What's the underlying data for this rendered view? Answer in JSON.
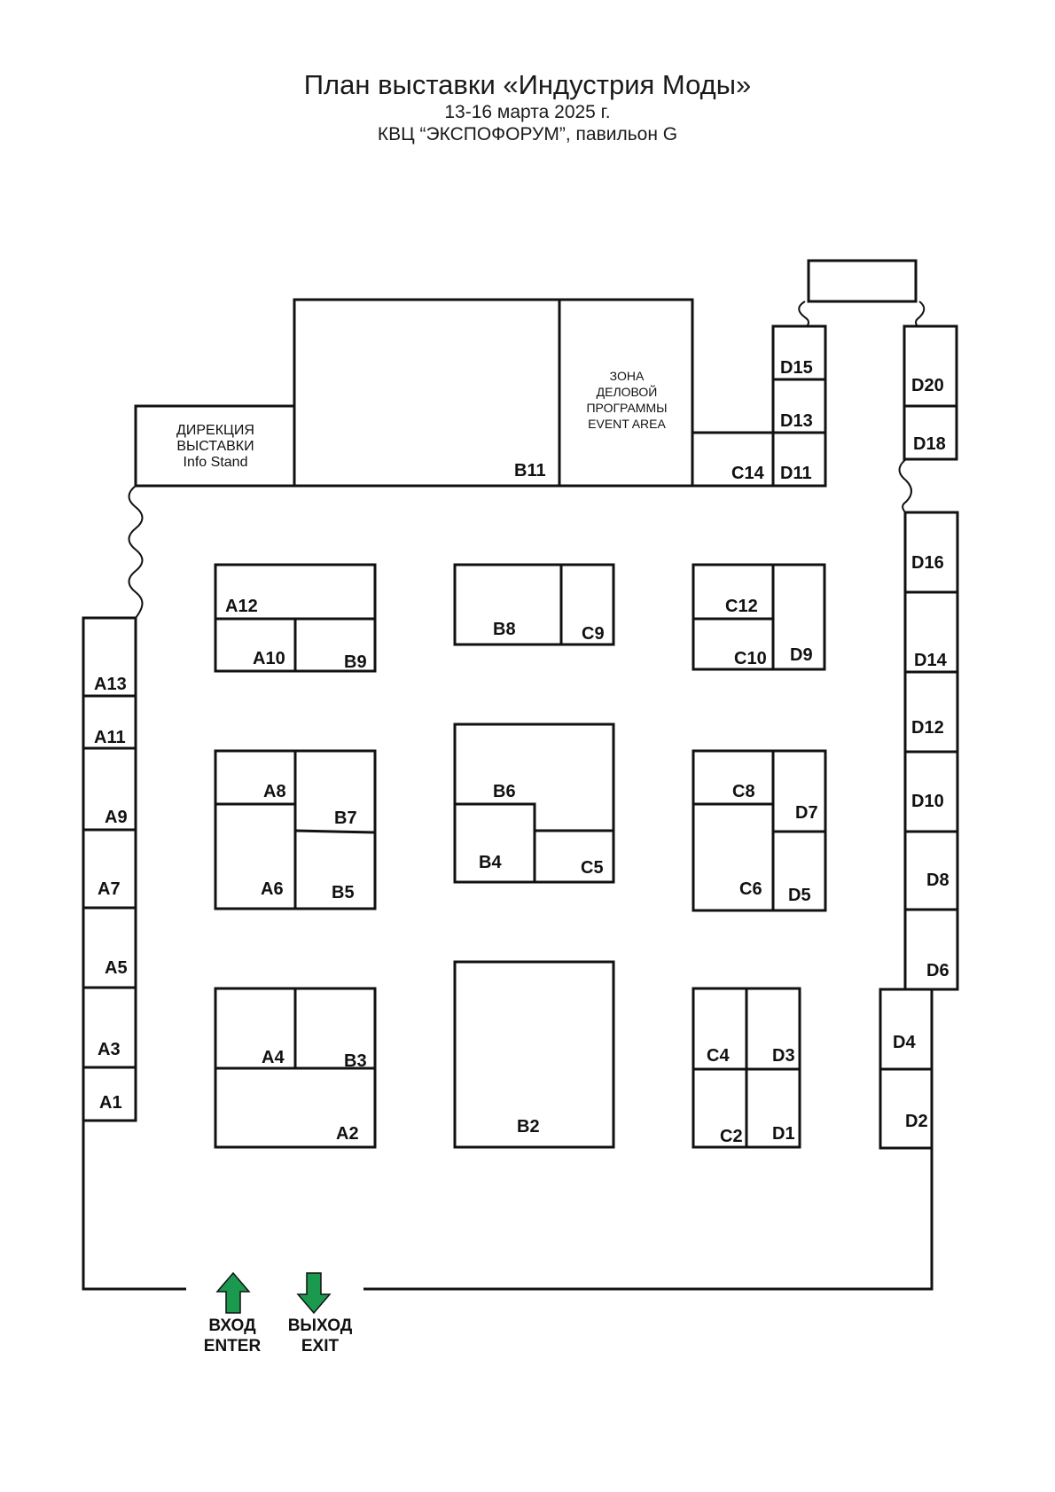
{
  "header": {
    "title": "План выставки «Индустрия Моды»",
    "dates": "13-16 марта 2025 г.",
    "venue": "КВЦ “ЭКСПОФОРУМ”, павильон G"
  },
  "areas": {
    "direction": [
      "ДИРЕКЦИЯ",
      "ВЫСТАВКИ",
      "Info Stand"
    ],
    "event_area": [
      "ЗОНА",
      "ДЕЛОВОЙ",
      "ПРОГРАММЫ",
      "EVENT AREA"
    ]
  },
  "stands": {
    "a1": "A1",
    "a2": "A2",
    "a3": "A3",
    "a4": "A4",
    "a5": "A5",
    "a6": "A6",
    "a7": "A7",
    "a8": "A8",
    "a9": "A9",
    "a10": "A10",
    "a11": "A11",
    "a12": "A12",
    "a13": "A13",
    "b2": "B2",
    "b3": "B3",
    "b4": "B4",
    "b5": "B5",
    "b6": "B6",
    "b7": "B7",
    "b8": "B8",
    "b9": "B9",
    "b11": "B11",
    "c2": "C2",
    "c4": "C4",
    "c5": "C5",
    "c6": "C6",
    "c8": "C8",
    "c9": "C9",
    "c10": "C10",
    "c12": "C12",
    "c14": "C14",
    "d1": "D1",
    "d2": "D2",
    "d3": "D3",
    "d4": "D4",
    "d5": "D5",
    "d6": "D6",
    "d7": "D7",
    "d8": "D8",
    "d9": "D9",
    "d10": "D10",
    "d11": "D11",
    "d12": "D12",
    "d13": "D13",
    "d14": "D14",
    "d15": "D15",
    "d16": "D16",
    "d18": "D18",
    "d20": "D20"
  },
  "entrance": {
    "enter": [
      "ВХОД",
      "ENTER"
    ],
    "exit": [
      "ВЫХОД",
      "EXIT"
    ],
    "arrow_color": "#1b9a4f"
  }
}
